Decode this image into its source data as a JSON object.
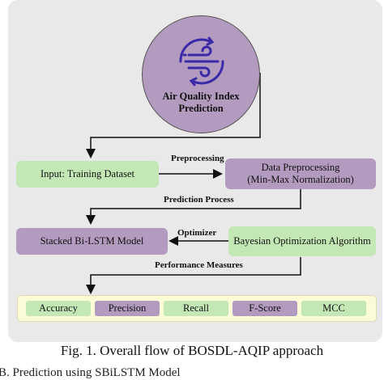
{
  "diagram": {
    "start_node": "Air Quality Index\nPrediction",
    "nodes": {
      "input": "Input: Training Dataset",
      "preprocess": "Data Preprocessing\n(Min-Max Normalization)",
      "model": "Stacked Bi-LSTM Model",
      "optimizer": "Bayesian Optimization Algorithm"
    },
    "edge_labels": {
      "preprocessing": "Preprocessing",
      "prediction_process": "Prediction Process",
      "optimizer": "Optimizer",
      "performance_measures": "Performance Measures"
    },
    "metrics": [
      "Accuracy",
      "Precision",
      "Recall",
      "F-Score",
      "MCC"
    ],
    "colors": {
      "green": "#c3e8b6",
      "purple": "#b39bc0",
      "panel": "#e9e9e9",
      "metrics_strip": "#fbfbd8",
      "icon": "#3a2aa8"
    },
    "icons": [
      "air-quality-wind-icon"
    ]
  },
  "caption": "Fig. 1. Overall flow of BOSDL-AQIP  approach",
  "cut_off_text": "B. Prediction using SBiLSTM Model"
}
